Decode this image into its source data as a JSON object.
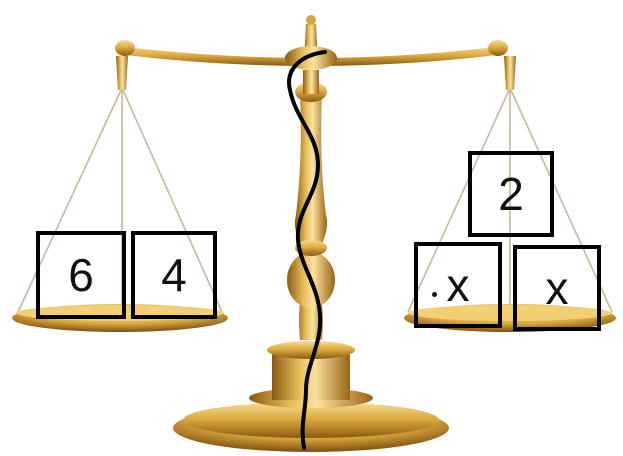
{
  "left_pan": {
    "boxes": [
      "6",
      "4"
    ]
  },
  "right_pan": {
    "top_box": "2",
    "bottom_boxes": [
      "x",
      "x"
    ]
  },
  "colors": {
    "gold_light": "#f3cf73",
    "gold": "#d9a63c",
    "gold_dark": "#8a5a12",
    "ink": "#000000"
  }
}
